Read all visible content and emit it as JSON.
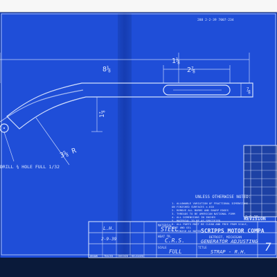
{
  "document": {
    "type": "blueprint",
    "colors": {
      "paper": "#1f4ed8",
      "ink": "#dfe9ff",
      "fold_shadow": "#163aa6",
      "table_bg": "#1b2a45"
    },
    "header_stamp": "288   2-2-39   7007-234",
    "dimensions": {
      "overall_length": "8⅛",
      "length_2": "1⅛",
      "length_3": "2⅞",
      "slot_height": "⅞",
      "vertical": "1⅞",
      "radius": "3⅝ R",
      "hole_note": "DRILL ⅜ HOLE FULL 1/32"
    },
    "notes": {
      "title": "UNLESS OTHERWISE NOTED:",
      "items": [
        "1. ALLOWABLE VARIATION OF FRACTIONAL DIMENSIONS",
        "   ON FINISHED SURFACES ±.010",
        "2. REMOVE ALL BURRS AND SHARP EDGES",
        "3. THREADS TO BE AMERICAN NATIONAL FORM",
        "4. ALL DIMENSIONS IN INCHES",
        "5. MATERIAL TO BE AS SPECIFIED",
        "6. ALL PARTS MUST BE CLEAN AND FREE FROM SCALE,",
        "   RUST AND OIL",
        "7. FINISH AS NOTED"
      ]
    },
    "revision_label": "REVISION",
    "revision_date": "2-9-39",
    "company": {
      "name": "SCRIPPS MOTOR COMPA",
      "city": "DETROIT, MICHIGAN"
    },
    "title_block": {
      "material_label": "MATERIAL",
      "material": "STEEL",
      "heat_treat_label": "HEAT TR.",
      "heat_treat": "C.R.S.",
      "scale_label": "SCALE",
      "scale": "FULL",
      "title_label": "TITLE",
      "title_line1": "GENERATOR ADJUSTING",
      "title_line2": "STRAP - R.H.",
      "drawn_initials": "L.H.",
      "drawn_date": "2-9-39",
      "row_labels": [
        "DRAWN",
        "TRACED",
        "CHECKED",
        "RELEASED"
      ],
      "dwg_no": "7"
    }
  }
}
